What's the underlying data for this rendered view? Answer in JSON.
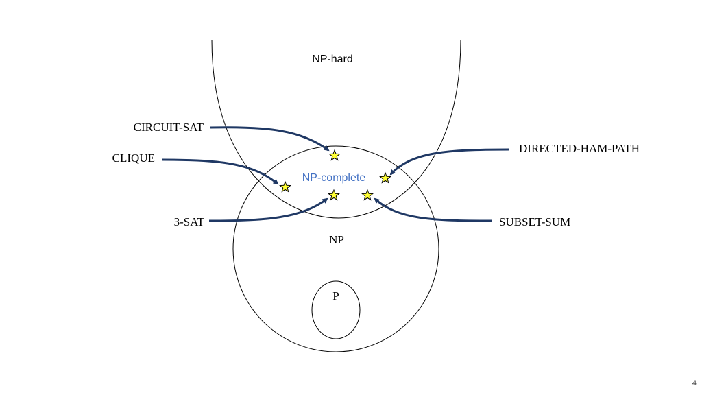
{
  "diagram": {
    "regions": {
      "np_hard": "NP-hard",
      "np_complete": "NP-complete",
      "np": "NP",
      "p": "P"
    },
    "problems": {
      "circuit_sat": "CIRCUIT-SAT",
      "clique": "CLIQUE",
      "three_sat": "3-SAT",
      "directed_ham_path": "DIRECTED-HAM-PATH",
      "subset_sum": "SUBSET-SUM"
    }
  },
  "colors": {
    "np_complete_text": "#4472C4",
    "arrow": "#1F3864",
    "star_fill": "#FFFF33",
    "outline": "#000000"
  },
  "page_number": "4"
}
